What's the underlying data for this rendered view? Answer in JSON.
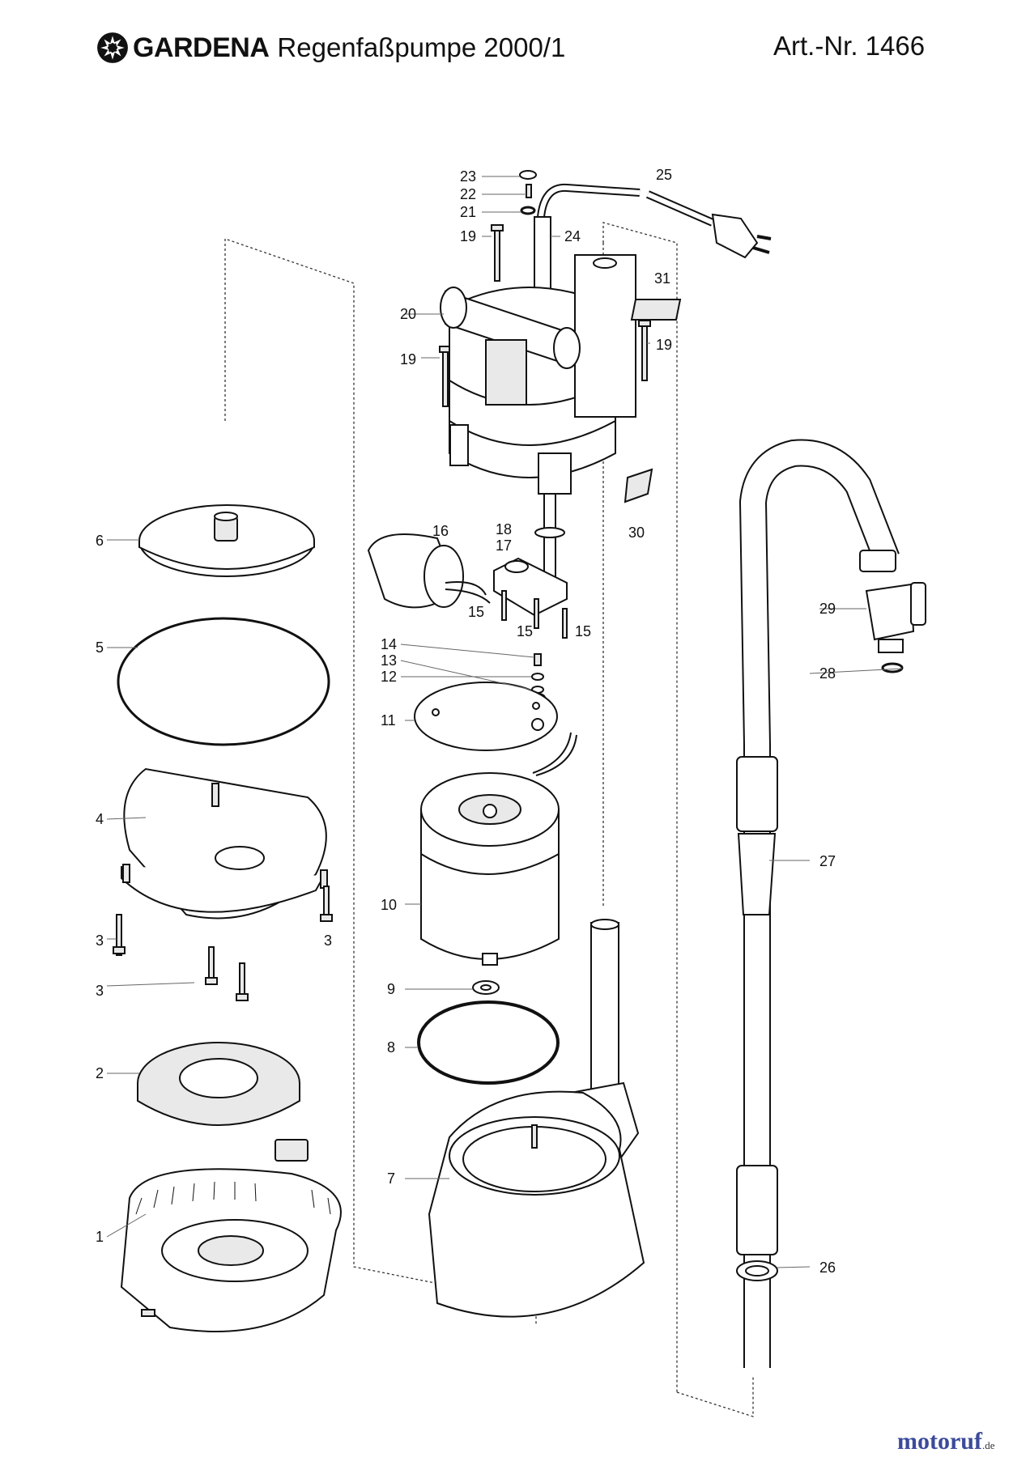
{
  "header": {
    "brand": "GARDENA",
    "product": "Regenfaßpumpe 2000/1",
    "article": "Art.-Nr. 1466"
  },
  "callouts": {
    "p1": "1",
    "p2": "2",
    "p3a": "3",
    "p3b": "3",
    "p3c": "3",
    "p4": "4",
    "p5": "5",
    "p6": "6",
    "p7": "7",
    "p8": "8",
    "p9": "9",
    "p10": "10",
    "p11": "11",
    "p12": "12",
    "p13": "13",
    "p14": "14",
    "p15a": "15",
    "p15b": "15",
    "p15c": "15",
    "p16": "16",
    "p17": "17",
    "p18": "18",
    "p19a": "19",
    "p19b": "19",
    "p19c": "19",
    "p20": "20",
    "p21": "21",
    "p22": "22",
    "p23": "23",
    "p24": "24",
    "p25": "25",
    "p26": "26",
    "p27": "27",
    "p28": "28",
    "p29": "29",
    "p30": "30",
    "p31": "31"
  },
  "watermark": {
    "text": "motoruf",
    "suffix": ".de"
  }
}
